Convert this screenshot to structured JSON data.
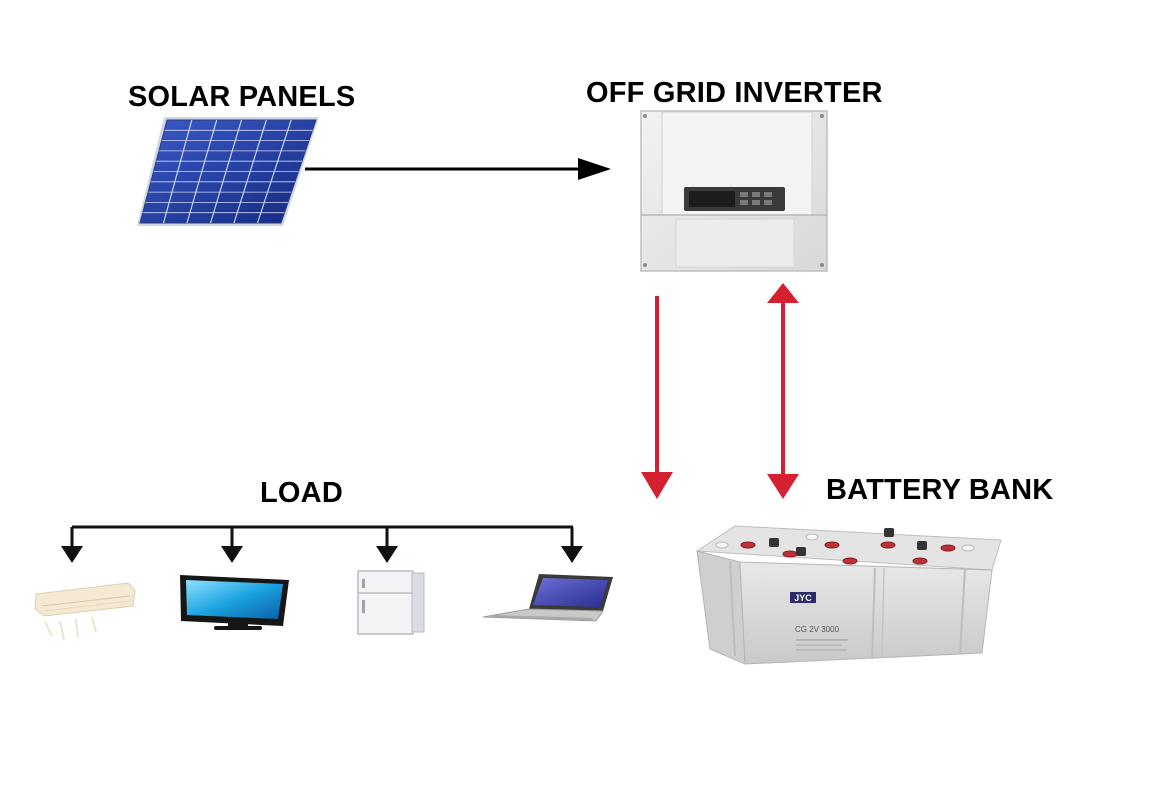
{
  "labels": {
    "solar_panels": "SOLAR PANELS",
    "inverter": "OFF GRID INVERTER",
    "load": "LOAD",
    "battery_bank": "BATTERY BANK"
  },
  "battery_marking": {
    "brand": "JYC",
    "model": "CG 2V 3000"
  },
  "colors": {
    "solar_flow_arrow": "#000000",
    "battery_flow_arrows": "#d42030",
    "load_distribution": "#111111",
    "panel_cell": "#1f3fa8",
    "inverter_body": "#e9e9e9",
    "battery_body": "#dcdcdc",
    "battery_terminal": "#c0303a"
  },
  "load_devices": [
    "air-conditioner",
    "television",
    "refrigerator",
    "laptop"
  ]
}
